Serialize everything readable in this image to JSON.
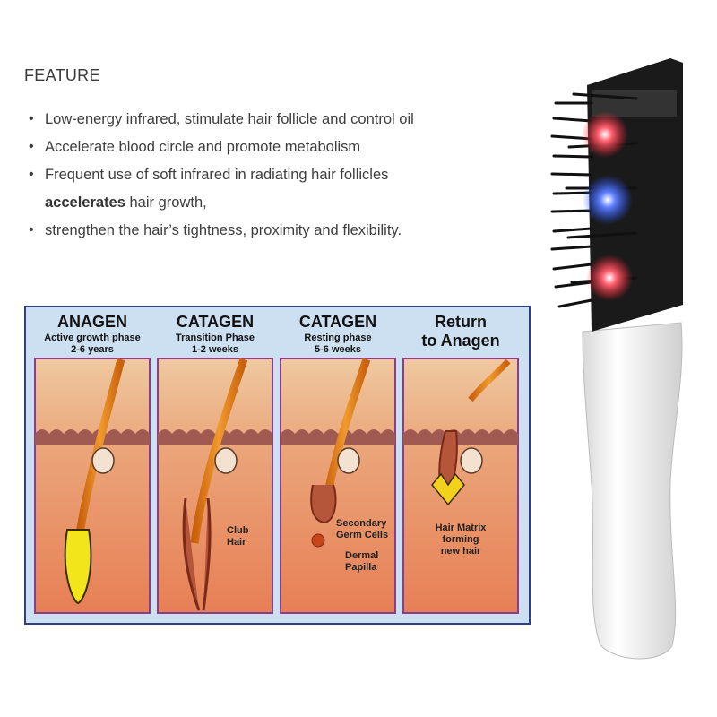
{
  "header": {
    "title": "FEATURE"
  },
  "features": [
    "Low-energy infrared, stimulate hair follicle and control oil",
    "Accelerate blood circle and promote metabolism",
    "Frequent use of soft infrared in radiating hair follicles"
  ],
  "feature_cont_bold": "accelerates",
  "feature_cont_rest": " hair growth,",
  "feature_last": "strengthen the hair’s tightness, proximity and flexibility.",
  "diagram": {
    "panels": [
      {
        "title": "ANAGEN",
        "subtitle": "Active growth phase",
        "duration": "2-6 years"
      },
      {
        "title": "CATAGEN",
        "subtitle": "Transition Phase",
        "duration": "1-2 weeks"
      },
      {
        "title": "CATAGEN",
        "subtitle": "Resting phase",
        "duration": "5-6 weeks"
      },
      {
        "title_line1": "Return",
        "title_line2": "to Anagen"
      }
    ],
    "labels": {
      "club_1": "Club",
      "club_2": "Hair",
      "secondary_1": "Secondary",
      "secondary_2": "Germ Cells",
      "dermal_1": "Dermal",
      "dermal_2": "Papilla",
      "matrix_1": "Hair Matrix",
      "matrix_2": "forming",
      "matrix_3": "new hair"
    }
  },
  "colors": {
    "diagram_bg": "#cde0f2",
    "diagram_border": "#2e3d8f",
    "skin_top": "#ecc499",
    "skin_bottom": "#e8855a",
    "hair": "#e8871e",
    "led_red": "#ff2030",
    "led_blue": "#2050ff"
  }
}
